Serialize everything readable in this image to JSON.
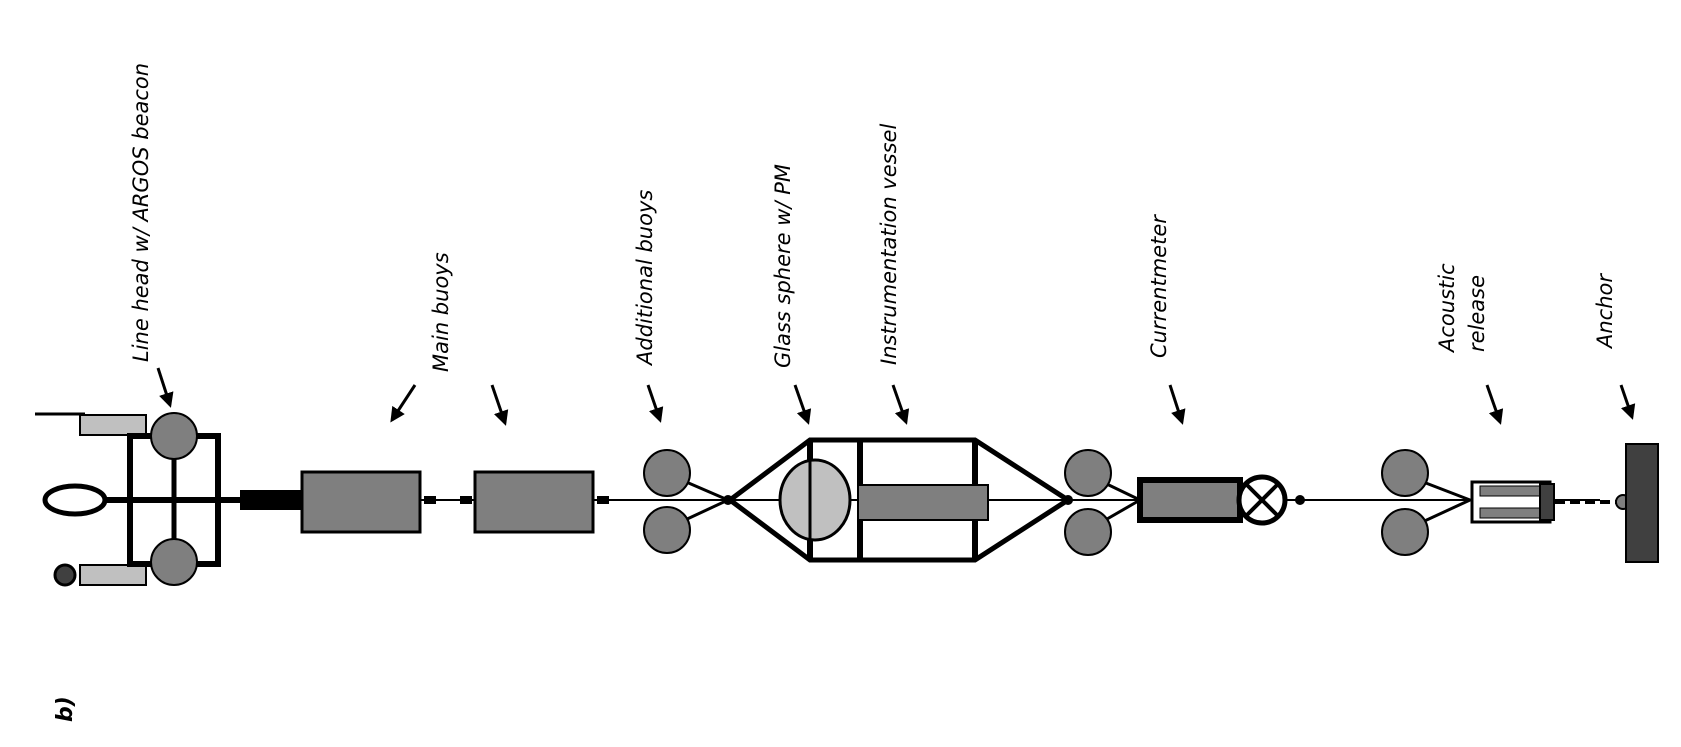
{
  "panel_label": "b)",
  "labels": {
    "line_head": "Line head w/ ARGOS beacon",
    "main_buoys": "Main buoys",
    "additional_buoys": "Additional buoys",
    "glass_sphere": "Glass sphere w/ PM",
    "instrumentation_vessel": "Instrumentation vessel",
    "currentmeter": "Currentmeter",
    "acoustic_release_line1": "Acoustic",
    "acoustic_release_line2": "release",
    "anchor": "Anchor"
  },
  "colors": {
    "line": "#000000",
    "buoy": "#7f7f7f",
    "light_grey": "#c0c0c0",
    "anchor": "#404040",
    "background": "#ffffff"
  }
}
